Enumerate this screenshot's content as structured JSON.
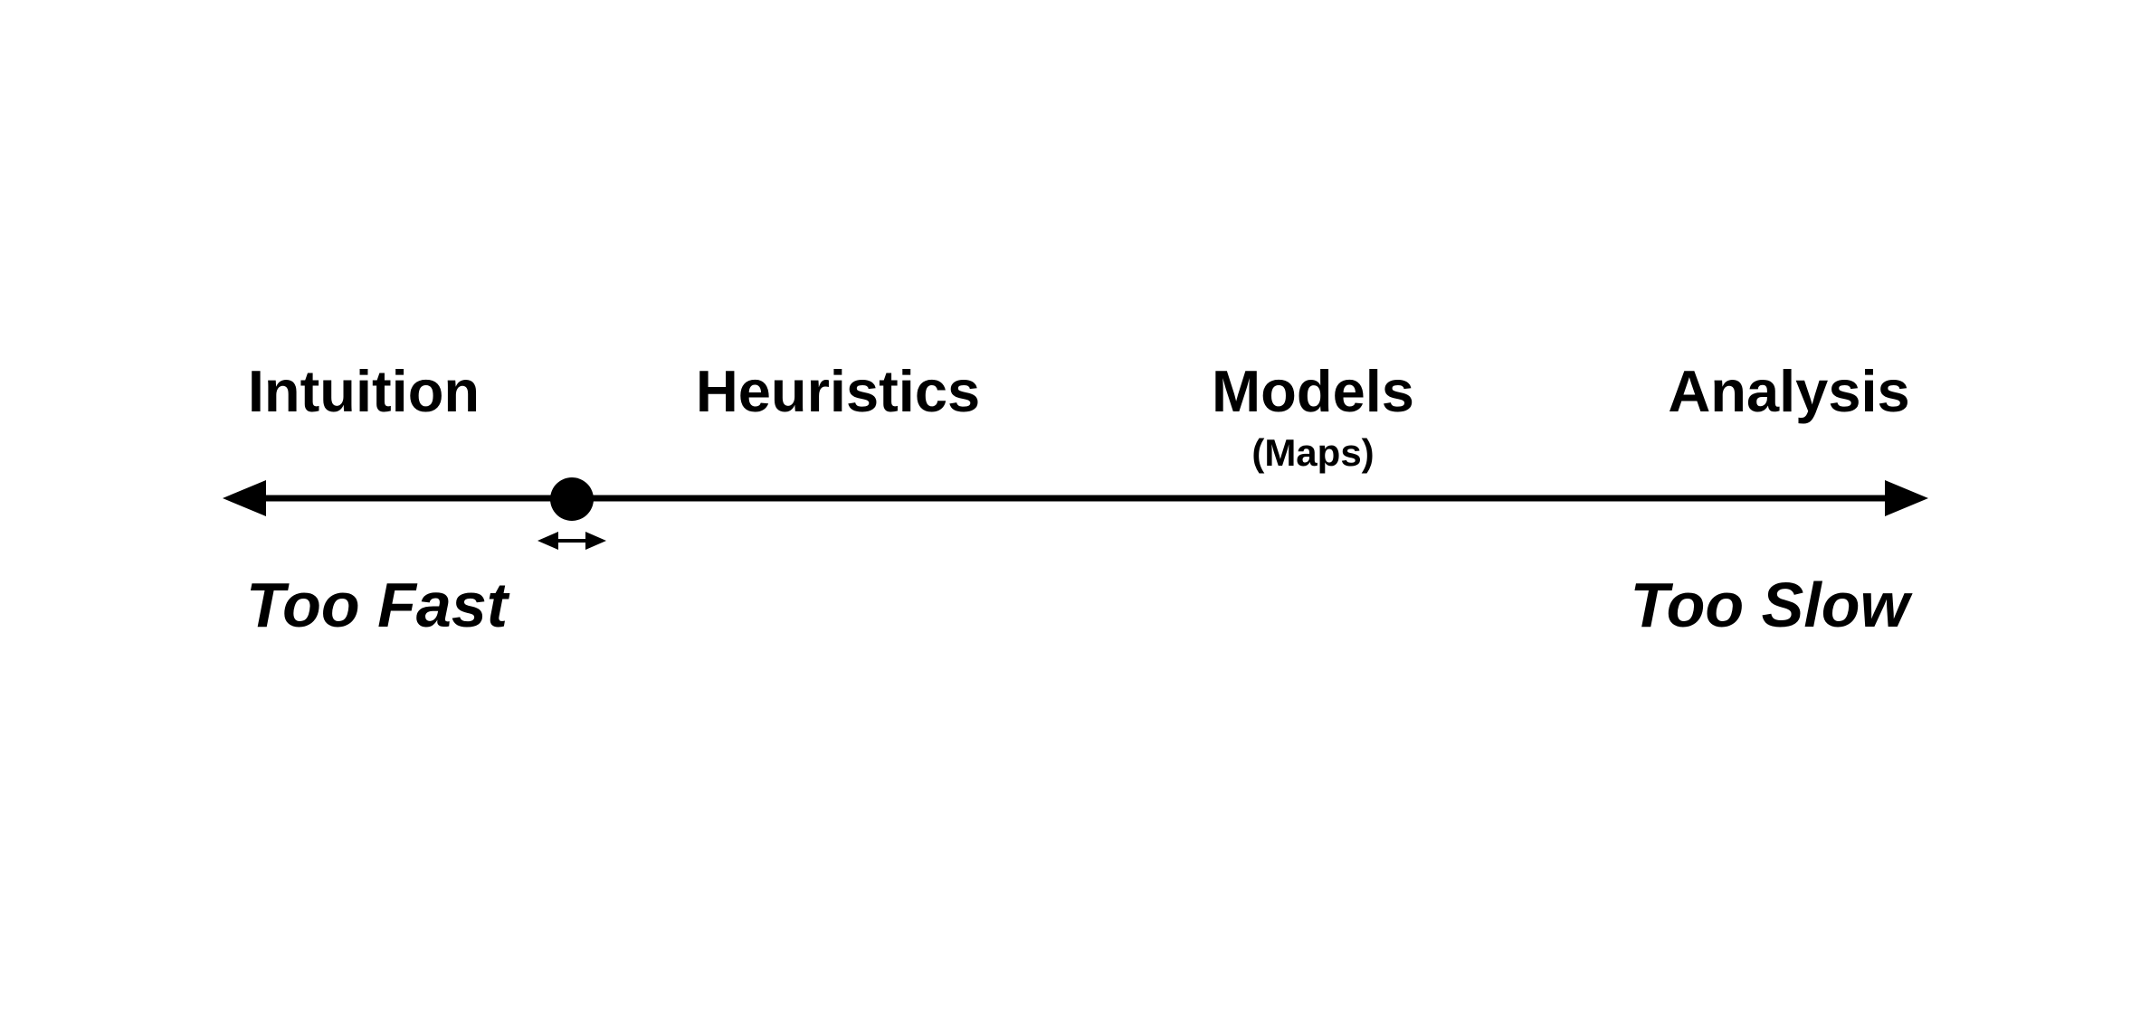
{
  "diagram": {
    "labels": {
      "intuition": "Intuition",
      "heuristics": "Heuristics",
      "models": "Models",
      "models_sub": "(Maps)",
      "analysis": "Analysis"
    },
    "endpoints": {
      "left": "Too Fast",
      "right": "Too Slow"
    },
    "marker": {
      "position_fraction": 0.2
    },
    "icons": {
      "axis_left": "arrowhead-left",
      "axis_right": "arrowhead-right",
      "marker_jitter": "left-right-double-arrow"
    },
    "colors": {
      "ink": "#000000",
      "background": "#ffffff"
    }
  }
}
